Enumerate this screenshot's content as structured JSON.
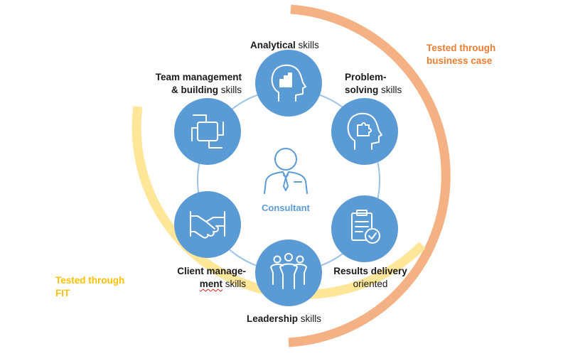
{
  "colors": {
    "node_fill": "#5b9bd5",
    "ring_line": "#9dc3e6",
    "orange_arc": "#f4b183",
    "yellow_arc": "#ffe699",
    "orange_text": "#ed7d31",
    "yellow_text": "#ffc000",
    "center_text": "#5b9bd5"
  },
  "center": {
    "label": "Consultant",
    "icon": "consultant-person-icon"
  },
  "skills": [
    {
      "bold": "Analytical",
      "rest": " skills",
      "icon": "head-bar-chart-icon"
    },
    {
      "bold_1": "Problem-",
      "bold_2": "solving",
      "rest": " skills",
      "icon": "head-puzzle-icon"
    },
    {
      "bold": "Results delivery",
      "rest": "oriented",
      "icon": "clipboard-check-icon"
    },
    {
      "bold": "Leadership",
      "rest": " skills",
      "icon": "group-people-icon"
    },
    {
      "bold_1": "Client manage-",
      "bold_2": "ment",
      "rest": " skills",
      "icon": "handshake-icon"
    },
    {
      "bold_1": "Team management",
      "bold_2": "& building",
      "rest": " skills",
      "icon": "teamwork-hands-icon"
    }
  ],
  "arcs": {
    "business_case": {
      "line1": "Tested through",
      "line2": "business case"
    },
    "fit": {
      "line1": "Tested through",
      "line2": "FIT"
    }
  }
}
